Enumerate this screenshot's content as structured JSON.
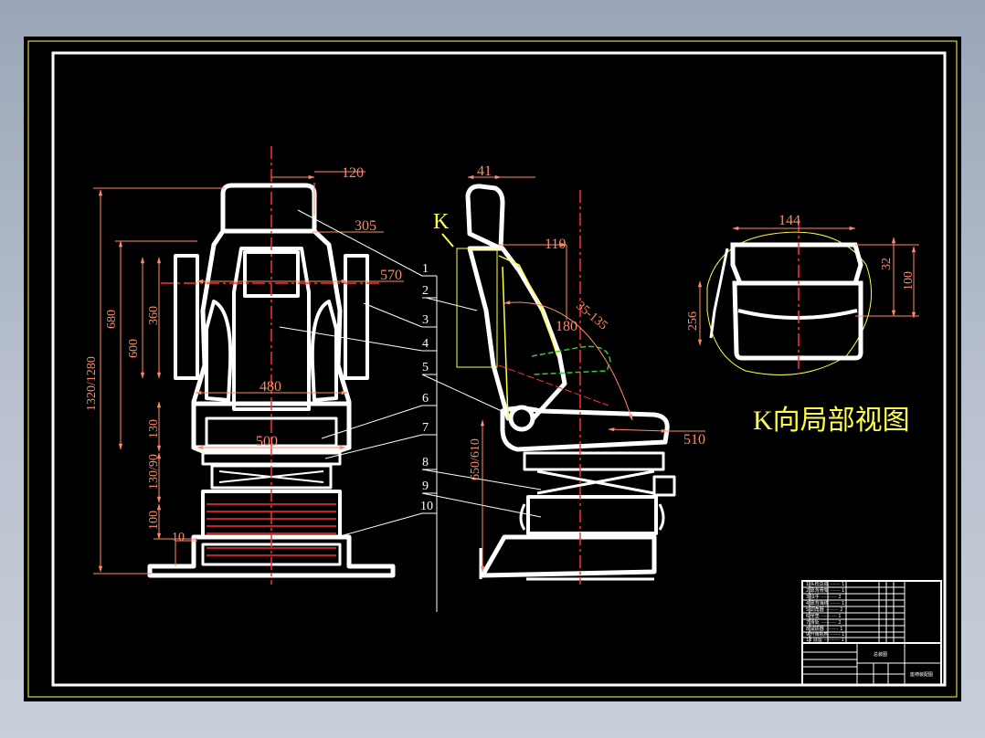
{
  "drawing": {
    "view_label": "K",
    "detail_title": "K向局部视图"
  },
  "dimensions": {
    "front": {
      "headrest_width": "120",
      "back_width": "305",
      "arm_span": "570",
      "seat_width": "480",
      "base_width": "500",
      "base_small": "10",
      "total_height": "1320/1280",
      "back_height": "680",
      "back_lower": "600",
      "arm_height": "360",
      "cushion": "130",
      "slide": "130/90",
      "lower": "100"
    },
    "side": {
      "head_depth": "41",
      "top_offset": "110",
      "recline": "180",
      "recline_range": "35-135",
      "seat_depth": "510",
      "seat_height": "650/610"
    },
    "detail": {
      "width": "144",
      "top": "32",
      "height": "100",
      "side": "256"
    }
  },
  "part_numbers": [
    "1",
    "2",
    "3",
    "4",
    "5",
    "6",
    "7",
    "8",
    "9",
    "10"
  ],
  "title_block": {
    "rows": [
      "1  头枕总成  ·······  1",
      "2  靠背骨架  ·······  1",
      "3  扶手  ···········  2",
      "4  靠背海绵  ·······  1",
      "5  调角器  ·········  2",
      "6  坐垫  ···········  1",
      "7  滑轨  ···········  2",
      "8  减振器  ·········  1",
      "9  升降机构  ·······  1",
      "10 底座  ···········  1"
    ],
    "drawing_name": "总装图",
    "company": "座椅装配图"
  },
  "colors": {
    "background": "#000000",
    "outline": "#ffffff",
    "dimension": "#ff8a6a",
    "centerline": "#ff3030",
    "view_label": "#ffff44",
    "frame_accent": "#ffff44"
  }
}
